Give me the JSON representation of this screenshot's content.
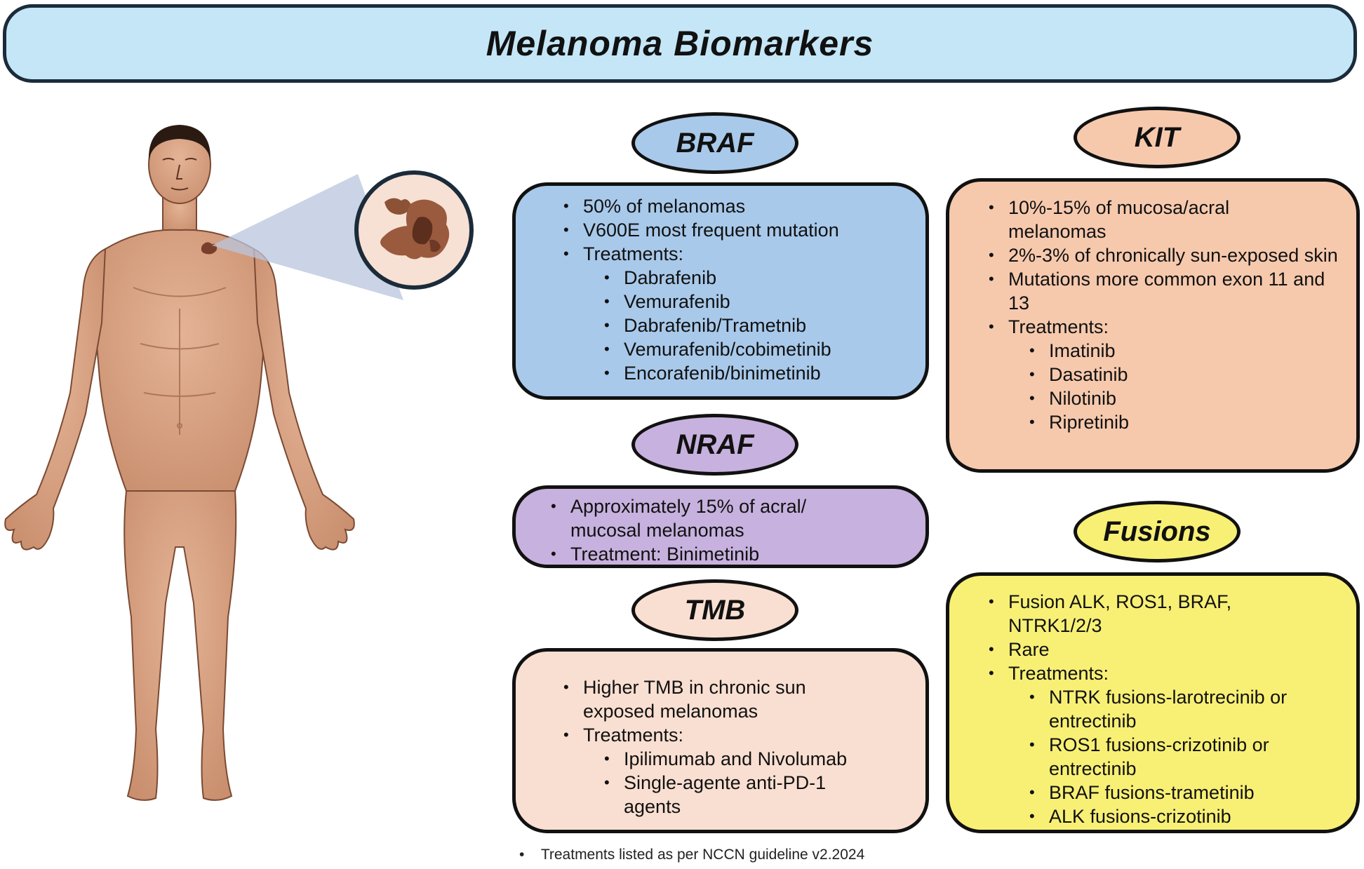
{
  "title": "Melanoma Biomarkers",
  "braf": {
    "label": "BRAF",
    "items": [
      "50% of melanomas",
      "V600E most frequent mutation",
      "Treatments:"
    ],
    "treatments": [
      "Dabrafenib",
      "Vemurafenib",
      "Dabrafenib/Trametnib",
      "Vemurafenib/cobimetinib",
      "Encorafenib/binimetinib"
    ]
  },
  "nraf": {
    "label": "NRAF",
    "items": [
      "Approximately 15% of acral/ mucosal melanomas",
      "Treatment: Binimetinib"
    ]
  },
  "tmb": {
    "label": "TMB",
    "items": [
      "Higher TMB in chronic sun exposed melanomas",
      "Treatments:"
    ],
    "treatments": [
      "Ipilimumab and Nivolumab",
      "Single-agente anti-PD-1 agents"
    ]
  },
  "kit": {
    "label": "KIT",
    "items": [
      "10%-15% of mucosa/acral melanomas",
      "2%-3% of chronically sun-exposed skin",
      "Mutations more common exon 11 and 13",
      "Treatments:"
    ],
    "treatments": [
      "Imatinib",
      "Dasatinib",
      "Nilotinib",
      "Ripretinib"
    ]
  },
  "fusions": {
    "label": "Fusions",
    "items": [
      "Fusion ALK, ROS1, BRAF, NTRK1/2/3",
      "Rare",
      "Treatments:"
    ],
    "treatments": [
      "NTRK fusions-larotrecinib or entrectinib",
      "ROS1 fusions-crizotinib or entrectinib",
      "BRAF fusions-trametinib",
      "ALK fusions-crizotinib"
    ]
  },
  "footnote": "Treatments listed as per NCCN guideline v2.2024",
  "colors": {
    "banner": "#c4e6f7",
    "braf": "#a8c9ea",
    "nraf": "#c7b1de",
    "tmb": "#f9dfd1",
    "kit": "#f6c9ad",
    "fusions": "#f8f075",
    "skin": "#dba383"
  },
  "icons": [
    "human-figure-illustration",
    "skin-lesion-magnifier"
  ]
}
